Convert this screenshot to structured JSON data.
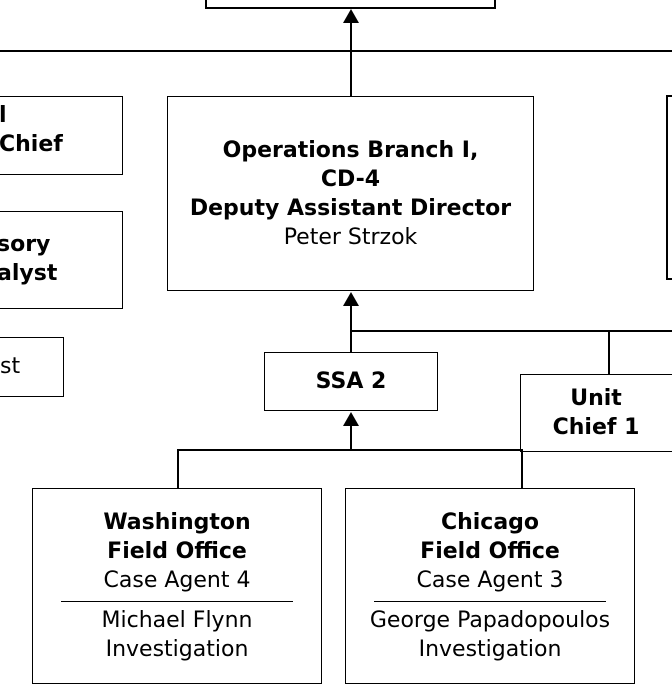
{
  "left_partial": {
    "box1": {
      "line1": "l",
      "line2": "Chief"
    },
    "box2": {
      "line1": "sory",
      "line2": "alyst"
    },
    "box3": {
      "line1": "st"
    }
  },
  "ops_branch": {
    "line1": "Operations Branch I,",
    "line2": "CD-4",
    "line3": "Deputy Assistant Director",
    "name": "Peter Strzok"
  },
  "ssa2": {
    "label": "SSA 2"
  },
  "unit_chief_1": {
    "line1": "Unit",
    "line2": "Chief 1"
  },
  "washington": {
    "line1": "Washington",
    "line2": "Field Office",
    "agent": "Case Agent 4",
    "inv1": "Michael Flynn",
    "inv2": "Investigation"
  },
  "chicago": {
    "line1": "Chicago",
    "line2": "Field Office",
    "agent": "Case Agent 3",
    "inv1": "George Papadopoulos",
    "inv2": "Investigation"
  }
}
